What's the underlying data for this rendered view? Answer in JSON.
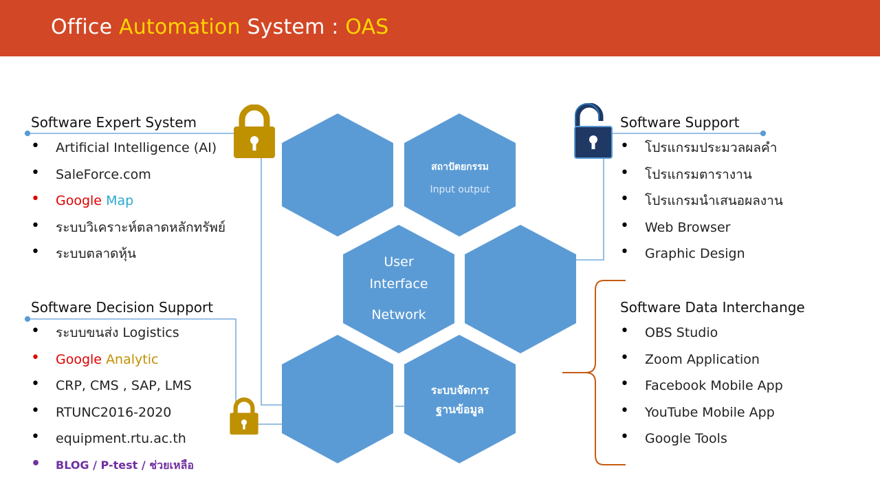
{
  "header": {
    "title_part1": "Office ",
    "title_part2": "Automation",
    "title_part3": " System : ",
    "title_part4": "OAS"
  },
  "colors": {
    "header_bg": "#d24726",
    "title_highlight": "#ffd500",
    "hexagon_fill": "#5b9bd5",
    "connector_line": "#5b9bd5",
    "brace": "#c55a11",
    "lock_gold": "#bf9000",
    "lock_navy": "#1f3864"
  },
  "expert": {
    "heading": "Software Expert System",
    "item1": "Artificial Intelligence (AI)",
    "item2": "SaleForce.com",
    "item3a": "Google",
    "item3b": "Map",
    "item4": "ระบบวิเคราะห์ตลาดหลักทรัพย์",
    "item5": "ระบบตลาดหุ้น"
  },
  "decision": {
    "heading": "Software Decision Support",
    "item1": "ระบบขนส่ง Logistics",
    "item2a": "Google",
    "item2b": "Analytic",
    "item3": "CRP, CMS , SAP, LMS",
    "item4": "RTUNC2016-2020",
    "item5": "equipment.rtu.ac.th",
    "item6": "BLOG / P-test / ช่วยเหลือ"
  },
  "support": {
    "heading": "Software Support",
    "item1": "โปรแกรมประมวลผลคำ",
    "item2": "โปรแกรมตารางาน",
    "item3": "โปรแกรมนำเสนอผลงาน",
    "item4": "Web Browser",
    "item5": "Graphic Design"
  },
  "interchange": {
    "heading": "Software Data Interchange",
    "item1": "OBS Studio",
    "item2": "Zoom Application",
    "item3": "Facebook Mobile App",
    "item4": "YouTube Mobile App",
    "item5": "Google Tools"
  },
  "hexagons": {
    "architecture_title": "สถาปัตยกรรม",
    "architecture_sub": "Input output",
    "center_line1": "User",
    "center_line2": "Interface",
    "center_line3": "Network",
    "database_line1": "ระบบจัดการ",
    "database_line2": "ฐานข้อมูล"
  }
}
